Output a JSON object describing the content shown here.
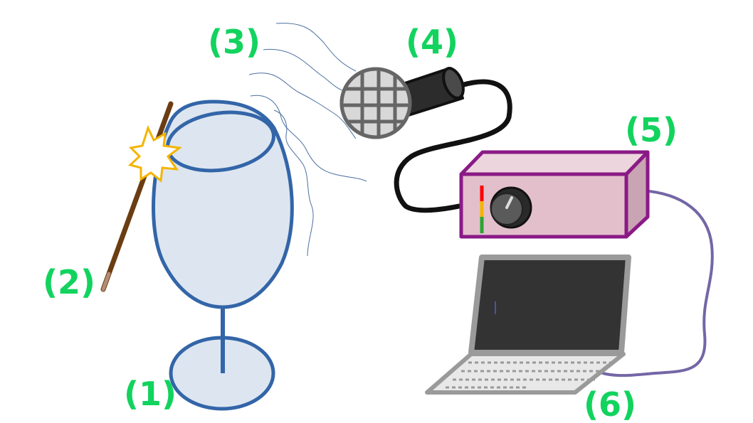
{
  "labels": {
    "glass": "(1)",
    "stick": "(2)",
    "sound": "(3)",
    "microphone": "(4)",
    "interface": "(5)",
    "laptop": "(6)"
  },
  "colors": {
    "label_green": "#12d35e",
    "glass_stroke": "#3365a8",
    "glass_fill": "#dde6f0",
    "stick": "#6b3d12",
    "spark": "#f3b400",
    "wave": "#4a6fa0",
    "mic_grille": "#d8d8d8",
    "mic_body": "#2c2c2c",
    "interface_body": "#e3bfcc",
    "interface_stroke": "#8a1a86",
    "cable_usb": "#7466a6",
    "laptop_frame": "#9a9a9a",
    "laptop_screen": "#333333"
  },
  "icons": [
    "wine-glass-icon",
    "stick-icon",
    "spark-icon",
    "sound-wave-icon",
    "microphone-icon",
    "audio-interface-icon",
    "laptop-icon"
  ]
}
